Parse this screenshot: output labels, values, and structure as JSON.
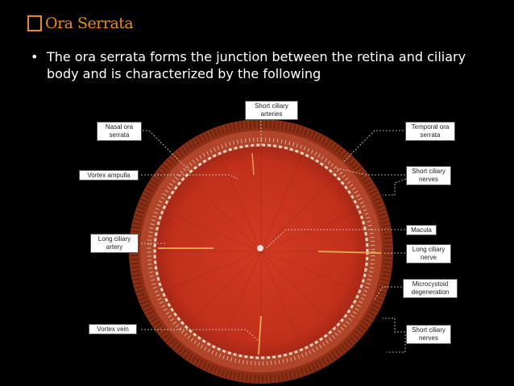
{
  "slide": {
    "title": "Ora Serrata",
    "title_color": "#e58a24",
    "bullet_marker": "•",
    "bullet_text": "The ora serrata forms the junction between the retina and ciliary body and is characterized by the following"
  },
  "figure": {
    "labels": {
      "short_ciliary_arteries": "Short ciliary arteries",
      "nasal_ora_serrata": "Nasal ora serrata",
      "temporal_ora_serrata": "Temporal ora serrata",
      "vortex_ampulla": "Vortex ampulla",
      "short_ciliary_nerves_top": "Short ciliary nerves",
      "macula": "Macula",
      "long_ciliary_artery": "Long ciliary artery",
      "long_ciliary_nerve": "Long ciliary nerve",
      "microcystoid_degeneration": "Microcystoid degeneration",
      "vortex_vein": "Vortex vein",
      "short_ciliary_nerves_bottom": "Short ciliary nerves"
    },
    "colors": {
      "retina": "#c8321c",
      "ciliary_body": "#9a3418",
      "ora_edge": "#f0d6c8"
    }
  }
}
